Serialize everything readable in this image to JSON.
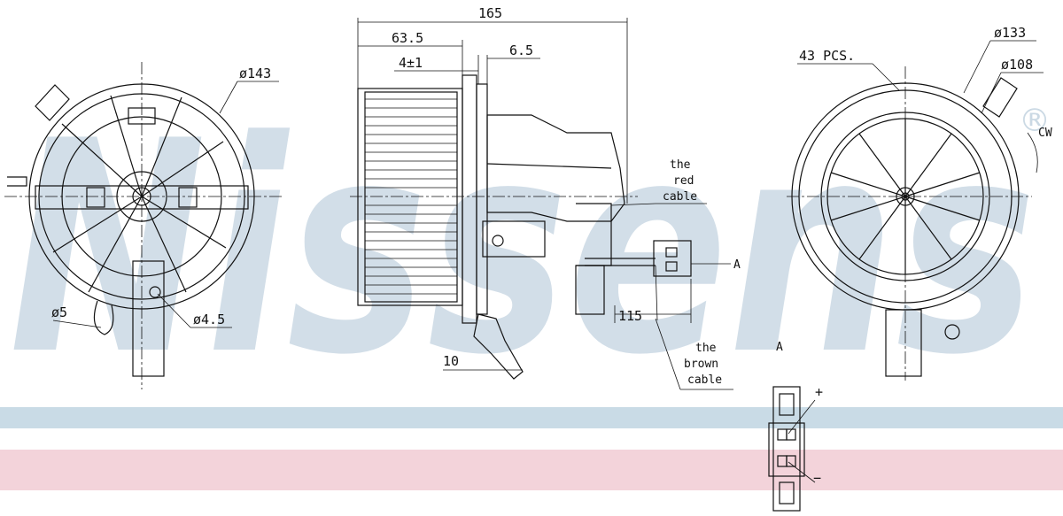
{
  "watermark": {
    "brand": "Nissens",
    "registered_mark": "®",
    "band_top_color": "#c9dbe6",
    "band_bottom_color": "#f3d3da",
    "letter_color": "#cbd9e4"
  },
  "dimensions": {
    "left_outer_dia": "ø143",
    "left_pin_dia": "ø5",
    "left_hole_dia": "ø4.5",
    "total_length": "165",
    "fan_length": "63.5",
    "offset": "4±1",
    "flange": "6.5",
    "bottom_offset": "10",
    "connector_length": "115",
    "right_outer_dia": "ø133",
    "right_inner_dia": "ø108",
    "blade_count": "43 PCS.",
    "rotation": "CW"
  },
  "callouts": {
    "red_cable": [
      "the",
      "red",
      "cable"
    ],
    "brown_cable": [
      "the",
      "brown",
      "cable"
    ],
    "view_marker": "A",
    "view_label": "A",
    "plus": "+",
    "minus": "−"
  }
}
